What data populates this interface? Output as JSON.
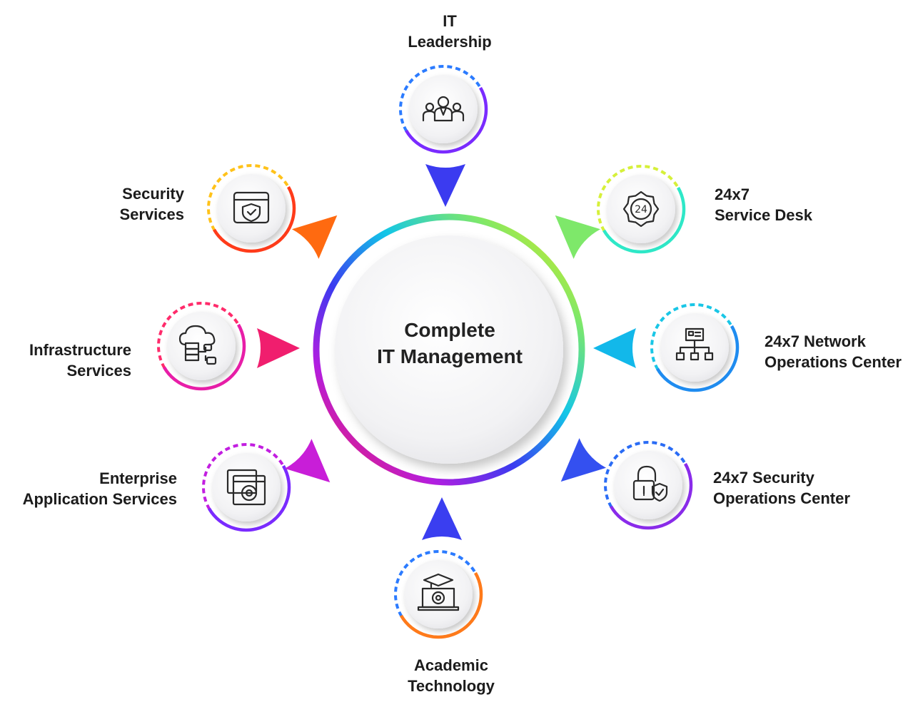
{
  "center": {
    "line1": "Complete",
    "line2": "IT Management"
  },
  "nodes": [
    {
      "id": "it-leadership",
      "line1": "IT",
      "line2": "Leadership",
      "icon": "team-leader-icon",
      "ring_colors": [
        "#2b7bff",
        "#7a2bff"
      ]
    },
    {
      "id": "service-desk",
      "line1": "24x7",
      "line2": "Service Desk",
      "icon": "24-hours-gear-icon",
      "ring_colors": [
        "#d6f03a",
        "#2ee8c8"
      ]
    },
    {
      "id": "network-operations",
      "line1": "24x7 Network",
      "line2": "Operations Center",
      "icon": "network-hierarchy-icon",
      "ring_colors": [
        "#19c6e6",
        "#1f8cf0"
      ]
    },
    {
      "id": "security-operations",
      "line1": "24x7 Security",
      "line2": "Operations Center",
      "icon": "padlock-shield-icon",
      "ring_colors": [
        "#2a6cf5",
        "#8a2bea"
      ]
    },
    {
      "id": "academic-technology",
      "line1": "Academic",
      "line2": "Technology",
      "icon": "graduation-laptop-icon",
      "ring_colors": [
        "#2b7bff",
        "#ff7a1a"
      ]
    },
    {
      "id": "enterprise-application",
      "line1": "Enterprise",
      "line2": "Application Services",
      "icon": "app-window-gear-icon",
      "ring_colors": [
        "#c21ee0",
        "#7a2bff"
      ]
    },
    {
      "id": "infrastructure-services",
      "line1": "Infrastructure",
      "line2": "Services",
      "icon": "cloud-server-icon",
      "ring_colors": [
        "#ff2b6b",
        "#e81ea8"
      ]
    },
    {
      "id": "security-services",
      "line1": "Security",
      "line2": "Services",
      "icon": "shield-window-icon",
      "ring_colors": [
        "#ffc21a",
        "#ff3b1a"
      ]
    }
  ],
  "arrow_colors": [
    "#3b3bf0",
    "#7ee86a",
    "#12b8ea",
    "#3450f0",
    "#3a3ef0",
    "#c81ed8",
    "#f01e6e",
    "#ff6a10"
  ]
}
